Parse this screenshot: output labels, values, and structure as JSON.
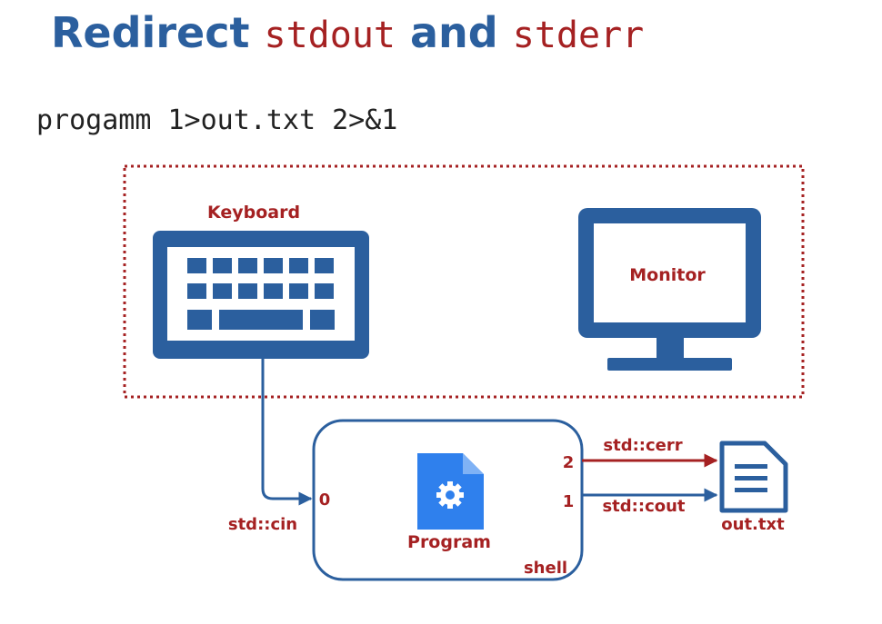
{
  "title": {
    "word1": "Redirect",
    "word2": "stdout",
    "word3": "and",
    "word4": "stderr"
  },
  "command": "progamm 1>out.txt 2>&1",
  "diagram": {
    "keyboard_label": "Keyboard",
    "monitor_label": "Monitor",
    "program_label": "Program",
    "shell_label": "shell",
    "stdin_label": "std::cin",
    "stdin_fd": "0",
    "stderr_label": "std::cerr",
    "stderr_fd": "2",
    "stdout_label": "std::cout",
    "stdout_fd": "1",
    "file_label": "out.txt"
  },
  "colors": {
    "blue": "#2b5f9e",
    "red": "#a52122",
    "program_icon": "#2f80ed"
  }
}
